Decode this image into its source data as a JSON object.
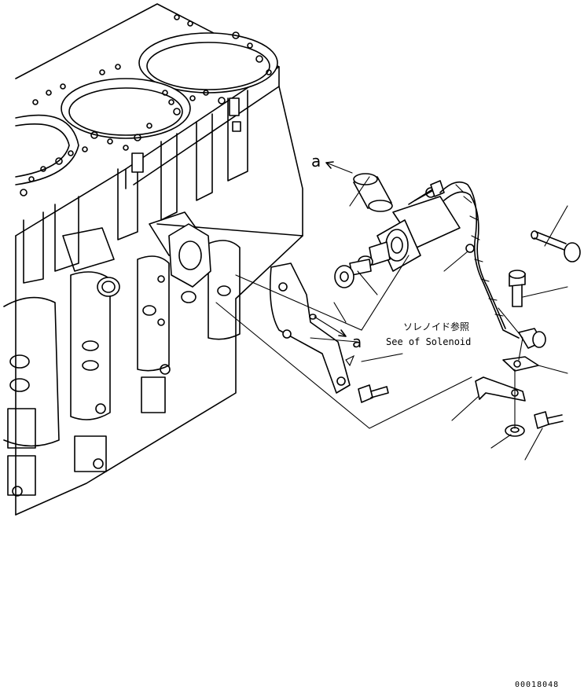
{
  "labels": {
    "ref_a_top": "a",
    "ref_a_side": "a",
    "solenoid_ref_jp": "ソレノイド参照",
    "solenoid_ref_en": "See of Solenoid"
  },
  "drawing_code": "00018048"
}
